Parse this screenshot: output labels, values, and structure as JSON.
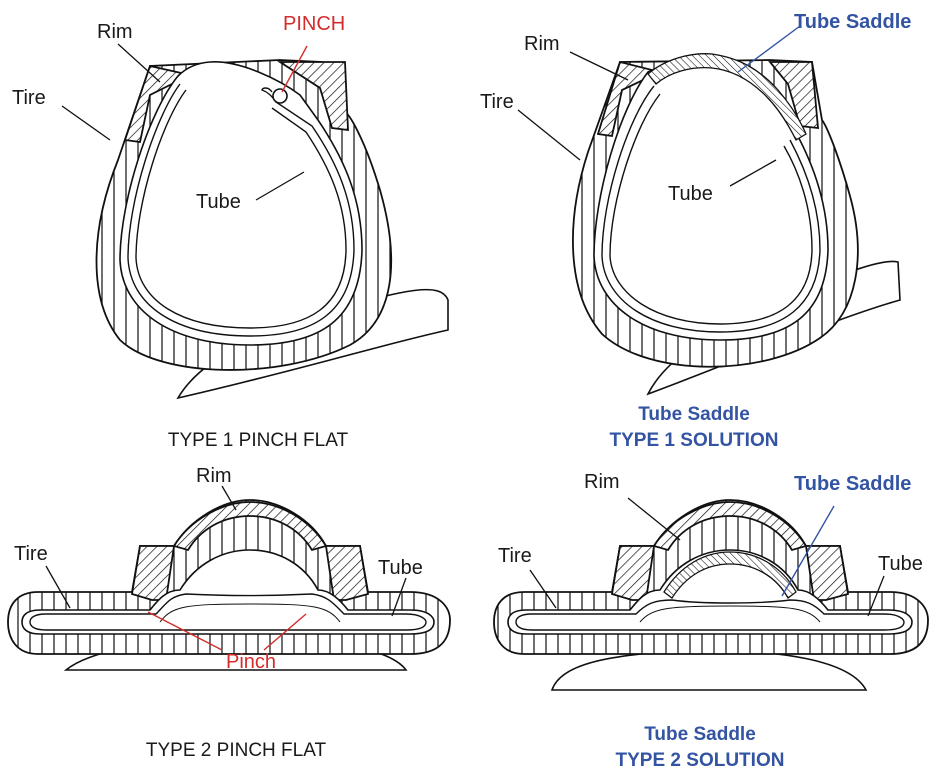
{
  "panels": {
    "type1_flat": {
      "labels": {
        "rim": "Rim",
        "tire": "Tire",
        "tube": "Tube",
        "pinch": "PINCH"
      },
      "caption": "TYPE 1 PINCH FLAT"
    },
    "type1_solution": {
      "labels": {
        "rim": "Rim",
        "tire": "Tire",
        "tube": "Tube",
        "saddle": "Tube Saddle"
      },
      "caption_line1": "Tube Saddle",
      "caption_line2": "TYPE 1 SOLUTION"
    },
    "type2_flat": {
      "labels": {
        "rim": "Rim",
        "tire": "Tire",
        "tube": "Tube",
        "pinch": "Pinch"
      },
      "caption": "TYPE 2 PINCH FLAT"
    },
    "type2_solution": {
      "labels": {
        "rim": "Rim",
        "tire": "Tire",
        "tube": "Tube",
        "saddle": "Tube Saddle"
      },
      "caption_line1": "Tube Saddle",
      "caption_line2": "TYPE 2 SOLUTION"
    }
  },
  "colors": {
    "ink": "#111111",
    "pinch_red": "#d62b2b",
    "saddle_blue": "#3354a3",
    "background": "#ffffff"
  }
}
